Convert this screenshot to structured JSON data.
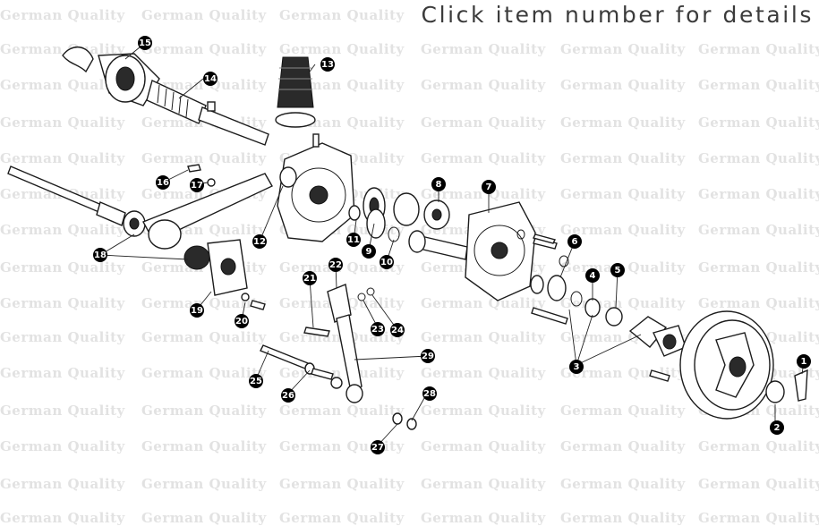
{
  "header": {
    "instruction": "Click item number for details"
  },
  "watermark": {
    "text": "German Quality"
  },
  "callouts": [
    "1",
    "2",
    "3",
    "4",
    "5",
    "6",
    "7",
    "8",
    "9",
    "10",
    "11",
    "12",
    "13",
    "14",
    "15",
    "16",
    "17",
    "18",
    "19",
    "20",
    "21",
    "22",
    "23",
    "24",
    "25",
    "26",
    "27",
    "28",
    "29"
  ]
}
